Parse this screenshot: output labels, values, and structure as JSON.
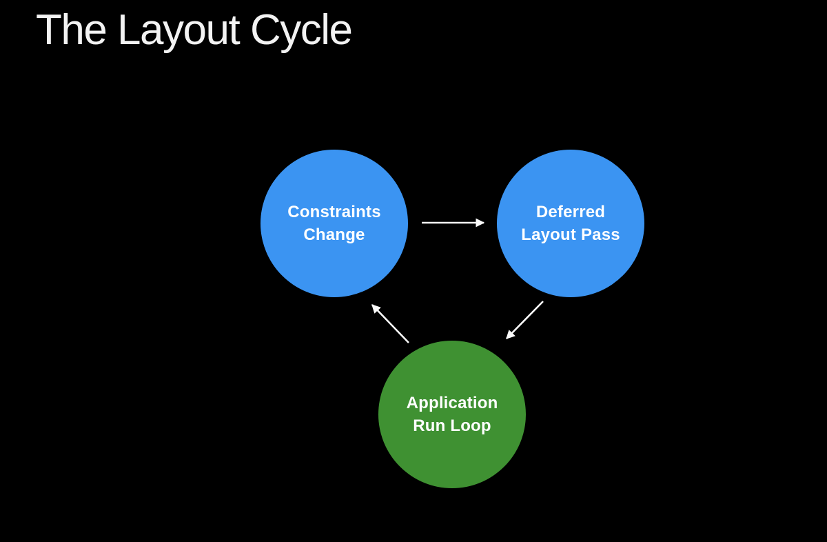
{
  "slide": {
    "title": "The Layout Cycle"
  },
  "diagram": {
    "nodes": [
      {
        "id": "constraints-change",
        "label": "Constraints\nChange",
        "color": "#3b94f2"
      },
      {
        "id": "deferred-layout-pass",
        "label": "Deferred\nLayout Pass",
        "color": "#3b94f2"
      },
      {
        "id": "application-run-loop",
        "label": "Application\nRun Loop",
        "color": "#3f9132"
      }
    ],
    "edges": [
      {
        "from": "constraints-change",
        "to": "deferred-layout-pass"
      },
      {
        "from": "deferred-layout-pass",
        "to": "application-run-loop"
      },
      {
        "from": "application-run-loop",
        "to": "constraints-change"
      }
    ],
    "colors": {
      "background": "#000000",
      "node_blue": "#3b94f2",
      "node_green": "#3f9132",
      "arrow": "#fafafa",
      "text": "#ffffff",
      "title": "#f3f3f3"
    }
  }
}
